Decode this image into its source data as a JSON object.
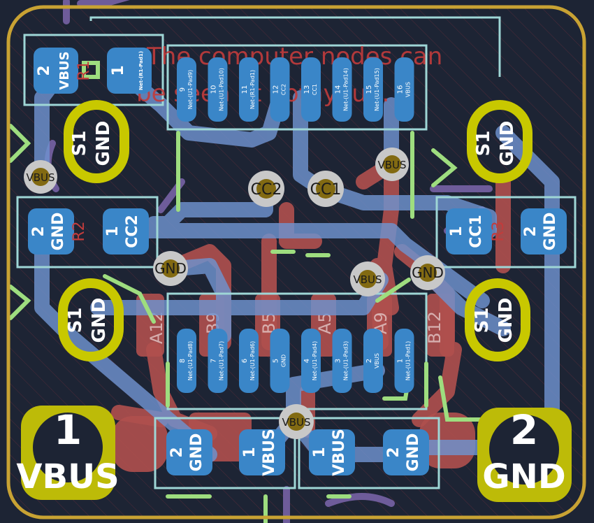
{
  "board": {
    "note_line1": "The computer nodes can",
    "note_line2": "be seen at bothyou..."
  },
  "big_pads": [
    {
      "number": "1",
      "net": "VBUS"
    },
    {
      "number": "2",
      "net": "GND"
    }
  ],
  "shield_pads": [
    "S1",
    "GND"
  ],
  "resistors": {
    "r_top": {
      "pad2": "2",
      "pad2_net": "VBUS",
      "pad1": "1",
      "pad1_net": "Net-(R1-Pad1)",
      "ref": "R1"
    },
    "r_left": {
      "pad2": "2",
      "pad2_net": "GND",
      "pad1": "1",
      "pad1_net": "CC2",
      "ref": "R2"
    },
    "r_right": {
      "pad1": "1",
      "pad1_net": "CC1",
      "pad2": "2",
      "pad2_net": "GND",
      "ref": "R3"
    },
    "c_left": {
      "pad2": "2",
      "pad2_net": "GND",
      "pad1": "1",
      "pad1_net": "VBUS"
    },
    "c_right": {
      "pad1": "1",
      "pad1_net": "VBUS",
      "pad2": "2",
      "pad2_net": "GND"
    }
  },
  "connector_top_row": [
    {
      "num": "9",
      "net": "Net-(U1-Pad9)"
    },
    {
      "num": "10",
      "net": "Net-(U1-Pad10)"
    },
    {
      "num": "11",
      "net": "Net-(R1-Pad1)"
    },
    {
      "num": "12",
      "net": "CC2"
    },
    {
      "num": "13",
      "net": "CC1"
    },
    {
      "num": "14",
      "net": "Net-(U1-Pad14)"
    },
    {
      "num": "15",
      "net": "Net-(U1-Pad15)"
    },
    {
      "num": "16",
      "net": "VBUS"
    }
  ],
  "connector_bottom_row": [
    {
      "num": "8",
      "net": "Net-(U1-Pad8)"
    },
    {
      "num": "7",
      "net": "Net-(U1-Pad7)"
    },
    {
      "num": "6",
      "net": "Net-(U1-Pad6)"
    },
    {
      "num": "5",
      "net": "GND"
    },
    {
      "num": "4",
      "net": "Net-(U1-Pad4)"
    },
    {
      "num": "3",
      "net": "Net-(U1-Pad3)"
    },
    {
      "num": "2",
      "net": "VBUS"
    },
    {
      "num": "1",
      "net": "Net-(U1-Pad1)"
    }
  ],
  "back_labels": [
    "A12",
    "B9",
    "B5",
    "A5",
    "A9",
    "B12",
    "CC1",
    "CC2"
  ],
  "vias": {
    "via_vbus_top_left": "VBUS",
    "via_vbus_top_right": "VBUS",
    "via_cc2": "CC2",
    "via_cc1": "CC1",
    "via_gnd_left": "GND",
    "via_vbus_mid": "VBUS",
    "via_gnd_right": "GND",
    "via_vbus_bottom": "VBUS"
  },
  "colors": {
    "background": "#1d2434",
    "board_edge": "#c8a233",
    "front_copper": "#6f93cf",
    "back_copper": "#b0504e",
    "pad": "#3a86c8",
    "plated_ring": "#bdbb08",
    "via_ring": "#c8c8c8",
    "via_drill": "#826a12",
    "silk_front": "#9edd7f",
    "courtyard": "#9ed6d6",
    "fab_text": "#c23c3c",
    "purple_silk": "#7c6aa6"
  }
}
